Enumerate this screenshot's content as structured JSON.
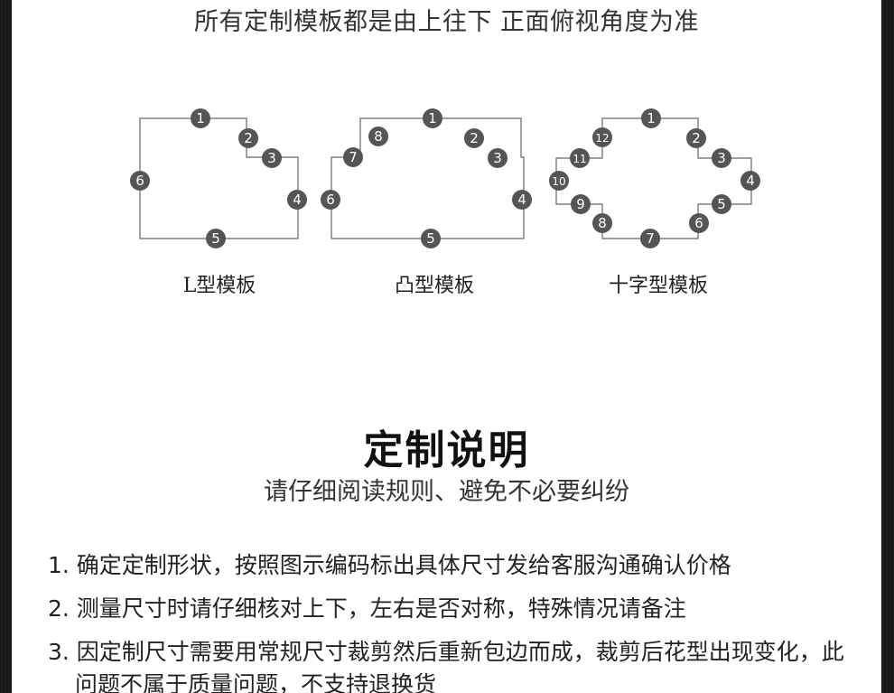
{
  "caption": "所有定制模板都是由上往下 正面俯视角度为准",
  "templates": [
    {
      "label": "L型模板",
      "markers": [
        "1",
        "2",
        "3",
        "4",
        "5",
        "6"
      ]
    },
    {
      "label": "凸型模板",
      "markers": [
        "1",
        "2",
        "3",
        "4",
        "5",
        "6",
        "7",
        "8"
      ]
    },
    {
      "label": "十字型模板",
      "markers": [
        "1",
        "2",
        "3",
        "4",
        "5",
        "6",
        "7",
        "8",
        "9",
        "10",
        "11",
        "12"
      ]
    }
  ],
  "section": {
    "title": "定制说明",
    "subtitle": "请仔细阅读规则、避免不必要纠纷"
  },
  "rules": [
    "1. 确定定制形状，按照图示编码标出具体尺寸发给客服沟通确认价格",
    "2. 测量尺寸时请仔细核对上下，左右是否对称，特殊情况请备注",
    "3. 因定制尺寸需要用常规尺寸裁剪然后重新包边而成，裁剪后花型出现变化，此问题不属于质量问题，不支持退换货"
  ],
  "colors": {
    "outline": "#666666",
    "marker_fill": "#555555",
    "marker_text": "#ffffff"
  }
}
